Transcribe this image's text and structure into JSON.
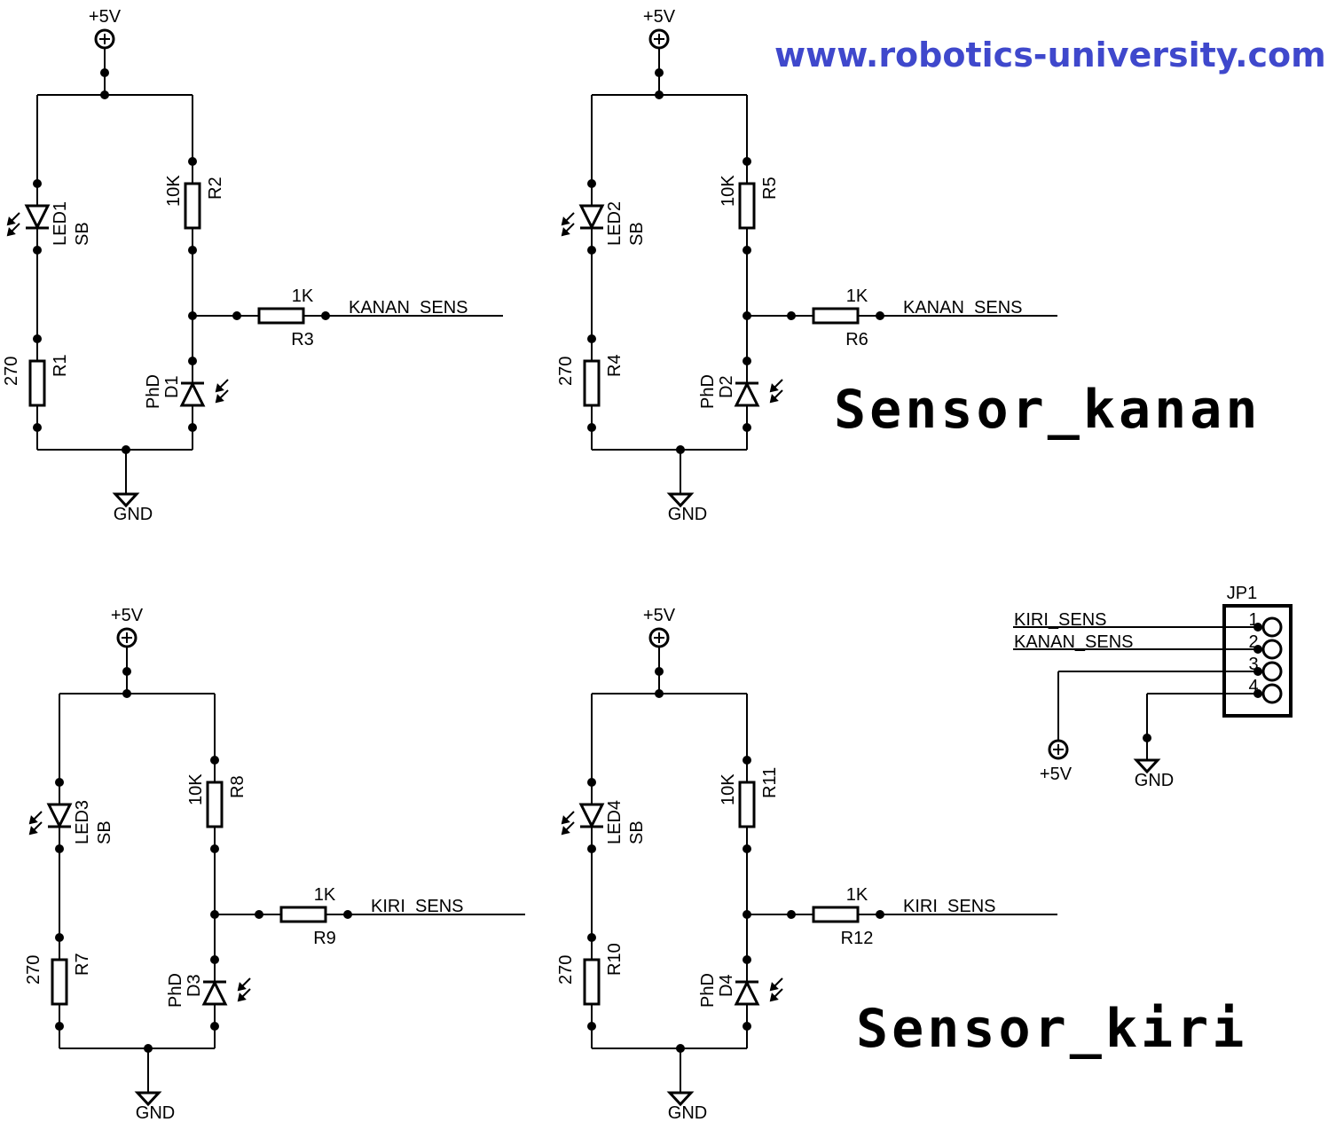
{
  "watermark": {
    "text": "www.robotics-university.com",
    "color": "#3f48cc"
  },
  "circuits": [
    {
      "id": "sensor-kanan-1",
      "supply_label": "+5V",
      "ground_label": "GND",
      "led": {
        "name": "LED1",
        "value": "SB"
      },
      "pullup": {
        "name": "R2",
        "value": "10K"
      },
      "led_resistor": {
        "name": "R1",
        "value": "270"
      },
      "photodiode": {
        "name": "D1",
        "value": "PhD"
      },
      "series_resistor": {
        "name": "R3",
        "value": "1K"
      },
      "net": "KANAN_SENS"
    },
    {
      "id": "sensor-kanan-2",
      "supply_label": "+5V",
      "ground_label": "GND",
      "led": {
        "name": "LED2",
        "value": "SB"
      },
      "pullup": {
        "name": "R5",
        "value": "10K"
      },
      "led_resistor": {
        "name": "R4",
        "value": "270"
      },
      "photodiode": {
        "name": "D2",
        "value": "PhD"
      },
      "series_resistor": {
        "name": "R6",
        "value": "1K"
      },
      "net": "KANAN_SENS"
    },
    {
      "id": "sensor-kiri-1",
      "supply_label": "+5V",
      "ground_label": "GND",
      "led": {
        "name": "LED3",
        "value": "SB"
      },
      "pullup": {
        "name": "R8",
        "value": "10K"
      },
      "led_resistor": {
        "name": "R7",
        "value": "270"
      },
      "photodiode": {
        "name": "D3",
        "value": "PhD"
      },
      "series_resistor": {
        "name": "R9",
        "value": "1K"
      },
      "net": "KIRI_SENS"
    },
    {
      "id": "sensor-kiri-2",
      "supply_label": "+5V",
      "ground_label": "GND",
      "led": {
        "name": "LED4",
        "value": "SB"
      },
      "pullup": {
        "name": "R11",
        "value": "10K"
      },
      "led_resistor": {
        "name": "R10",
        "value": "270"
      },
      "photodiode": {
        "name": "D4",
        "value": "PhD"
      },
      "series_resistor": {
        "name": "R12",
        "value": "1K"
      },
      "net": "KIRI_SENS"
    }
  ],
  "titles": {
    "kanan": "Sensor_kanan",
    "kiri": "Sensor_kiri"
  },
  "connector": {
    "name": "JP1",
    "pins": [
      {
        "number": "1",
        "net": "KIRI_SENS"
      },
      {
        "number": "2",
        "net": "KANAN_SENS"
      },
      {
        "number": "3",
        "net": "+5V"
      },
      {
        "number": "4",
        "net": "GND"
      }
    ],
    "supply_label": "+5V",
    "ground_label": "GND"
  }
}
